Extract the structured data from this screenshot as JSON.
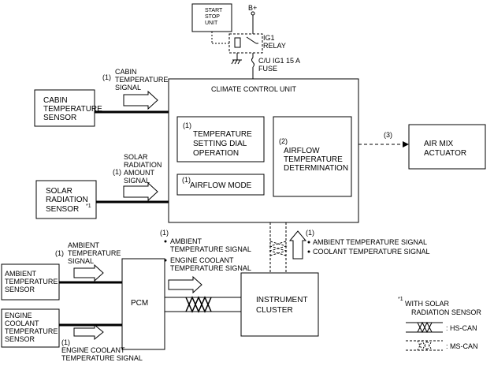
{
  "top": {
    "start_stop_unit": [
      "START",
      "STOP",
      "UNIT"
    ],
    "b_plus": "B+",
    "ig1_relay": [
      "IG1",
      "RELAY"
    ],
    "fuse": [
      "C/U IG1 15 A",
      "FUSE"
    ]
  },
  "ccu": {
    "title": "CLIMATE CONTROL UNIT",
    "temp_dial_num": "(1)",
    "temp_dial": [
      "TEMPERATURE",
      "SETTING DIAL",
      "OPERATION"
    ],
    "airflow_mode_num": "(1)",
    "airflow_mode": "AIRFLOW MODE",
    "airflow_temp_num": "(2)",
    "airflow_temp": [
      "AIRFLOW",
      "TEMPERATURE",
      "DETERMINATION"
    ]
  },
  "sensors": {
    "cabin": [
      "CABIN",
      "TEMPERATURE",
      "SENSOR"
    ],
    "solar": [
      "SOLAR",
      "RADIATION",
      "SENSOR"
    ],
    "solar_note": "*1",
    "ambient": [
      "AMBIENT",
      "TEMPERATURE",
      "SENSOR"
    ],
    "coolant": [
      "ENGINE",
      "COOLANT",
      "TEMPERATURE",
      "SENSOR"
    ]
  },
  "signals": {
    "cabin_num": "(1)",
    "cabin": [
      "CABIN",
      "TEMPERATURE",
      "SIGNAL"
    ],
    "solar_num": "(1)",
    "solar": [
      "SOLAR",
      "RADIATION",
      "AMOUNT",
      "SIGNAL"
    ],
    "ambient_num": "(1)",
    "ambient": [
      "AMBIENT",
      "TEMPERATURE",
      "SIGNAL"
    ],
    "coolant_num": "(1)",
    "coolant": [
      "ENGINE COOLANT",
      "TEMPERATURE SIGNAL"
    ],
    "pcm_num": "(1)",
    "pcm_ambient": [
      "AMBIENT",
      "TEMPERATURE SIGNAL"
    ],
    "pcm_coolant": [
      "ENGINE COOLANT",
      "TEMPERATURE SIGNAL"
    ],
    "ic_num": "(1)",
    "ic_ambient": "AMBIENT TEMPERATURE SIGNAL",
    "ic_coolant": "COOLANT TEMPERATURE SIGNAL",
    "actuator_num": "(3)"
  },
  "pcm": "PCM",
  "instrument_cluster": [
    "INSTRUMENT",
    "CLUSTER"
  ],
  "actuator": [
    "AIR MIX",
    "ACTUATOR"
  ],
  "legend": {
    "note_mark": "*1",
    "note": [
      "WITH SOLAR",
      "RADIATION SENSOR"
    ],
    "hs_can": ": HS-CAN",
    "ms_can": ": MS-CAN"
  }
}
